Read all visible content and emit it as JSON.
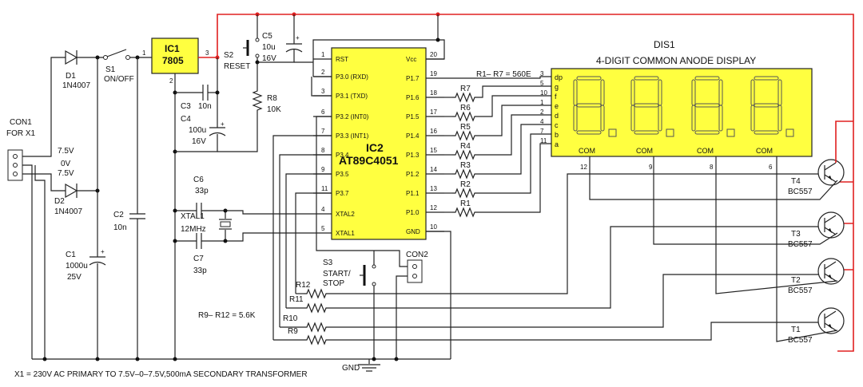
{
  "con1": {
    "name": "CON1",
    "sub": "FOR X1",
    "v_top": "7.5V",
    "v_mid": "0V",
    "v_bot": "7.5V"
  },
  "d1": {
    "name": "D1",
    "part": "1N4007"
  },
  "d2": {
    "name": "D2",
    "part": "1N4007"
  },
  "s1": {
    "name": "S1",
    "label": "ON/OFF"
  },
  "ic1": {
    "name": "IC1",
    "part": "7805",
    "pin1": "1",
    "pin2": "2",
    "pin3": "3"
  },
  "c1": {
    "name": "C1",
    "value": "1000u",
    "voltage": "25V"
  },
  "c2": {
    "name": "C2",
    "value": "10n"
  },
  "c3": {
    "name": "C3",
    "value": "10n"
  },
  "c4": {
    "name": "C4",
    "value": "100u",
    "voltage": "16V"
  },
  "c5": {
    "name": "C5",
    "value": "10u",
    "voltage": "16V"
  },
  "c6": {
    "name": "C6",
    "value": "33p"
  },
  "c7": {
    "name": "C7",
    "value": "33p"
  },
  "s2": {
    "name": "S2",
    "label": "RESET"
  },
  "r8": {
    "name": "R8",
    "value": "10K"
  },
  "xtal": {
    "name": "XTAL1",
    "value": "12MHz"
  },
  "ic2": {
    "name": "IC2",
    "part": "AT89C4051",
    "left_pins": [
      {
        "num": "1",
        "label": "RST"
      },
      {
        "num": "2",
        "label": "P3.0 (RXD)"
      },
      {
        "num": "3",
        "label": "P3.1 (TXD)"
      },
      {
        "num": "6",
        "label": "P3.2 (INT0)"
      },
      {
        "num": "7",
        "label": "P3.3 (INT1)"
      },
      {
        "num": "8",
        "label": "P3.4"
      },
      {
        "num": "9",
        "label": "P3.5"
      },
      {
        "num": "11",
        "label": "P3.7"
      },
      {
        "num": "4",
        "label": "XTAL2"
      },
      {
        "num": "5",
        "label": "XTAL1"
      }
    ],
    "right_pins": [
      {
        "num": "20",
        "label": "Vcc"
      },
      {
        "num": "19",
        "label": "P1.7"
      },
      {
        "num": "18",
        "label": "P1.6"
      },
      {
        "num": "17",
        "label": "P1.5"
      },
      {
        "num": "16",
        "label": "P1.4"
      },
      {
        "num": "15",
        "label": "P1.3"
      },
      {
        "num": "14",
        "label": "P1.2"
      },
      {
        "num": "13",
        "label": "P1.1"
      },
      {
        "num": "12",
        "label": "P1.0"
      },
      {
        "num": "10",
        "label": "GND"
      }
    ]
  },
  "resistor_note_top": "R1– R7 = 560E",
  "r_series": [
    "R7",
    "R6",
    "R5",
    "R4",
    "R3",
    "R2",
    "R1"
  ],
  "dis1": {
    "name": "DIS1",
    "title": "4-DIGIT COMMON ANODE DISPLAY",
    "seg_labels": [
      "dp",
      "g",
      "f",
      "e",
      "d",
      "c",
      "b",
      "a"
    ],
    "seg_pins": [
      "3",
      "5",
      "10",
      "1",
      "2",
      "4",
      "7",
      "11"
    ],
    "com_label": "COM",
    "com_pins": [
      "12",
      "9",
      "8",
      "6"
    ]
  },
  "transistors": [
    {
      "name": "T4",
      "part": "BC557"
    },
    {
      "name": "T3",
      "part": "BC557"
    },
    {
      "name": "T2",
      "part": "BC557"
    },
    {
      "name": "T1",
      "part": "BC557"
    }
  ],
  "s3": {
    "name": "S3",
    "label1": "START/",
    "label2": "STOP"
  },
  "con2": {
    "name": "CON2"
  },
  "base_resistors": [
    "R12",
    "R11",
    "R10",
    "R9"
  ],
  "resistor_note_base": "R9– R12 = 5.6K",
  "gnd": "GND",
  "footnote": "X1 = 230V AC PRIMARY TO 7.5V–0–7.5V,500mA SECONDARY TRANSFORMER",
  "colors": {
    "supply": "#e02020",
    "chip": "#ffff40",
    "wire": "#222222"
  }
}
